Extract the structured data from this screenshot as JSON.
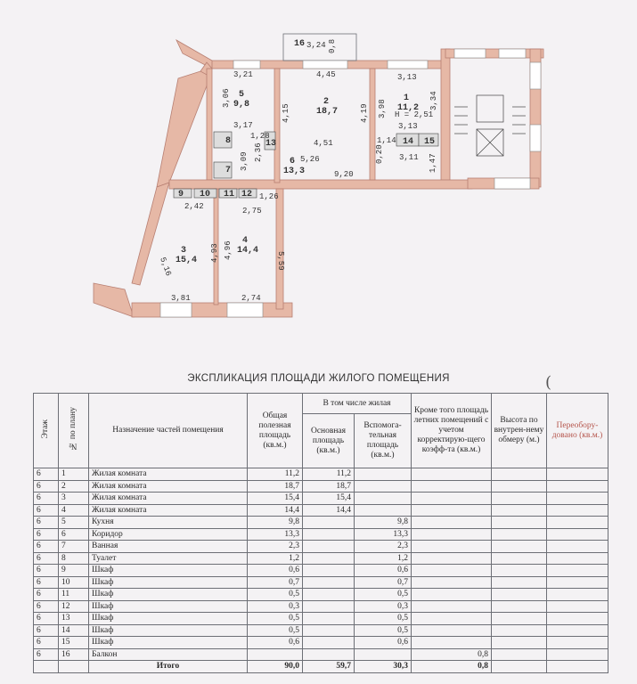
{
  "plan": {
    "rooms": [
      {
        "no": "1",
        "area": "11,2"
      },
      {
        "no": "2",
        "area": "18,7"
      },
      {
        "no": "3",
        "area": "15,4"
      },
      {
        "no": "4",
        "area": "14,4"
      },
      {
        "no": "5",
        "area": "9,8"
      },
      {
        "no": "6",
        "area": "13,3"
      },
      {
        "no": "7"
      },
      {
        "no": "8"
      },
      {
        "no": "9"
      },
      {
        "no": "10"
      },
      {
        "no": "11"
      },
      {
        "no": "12"
      },
      {
        "no": "13"
      },
      {
        "no": "14"
      },
      {
        "no": "15"
      },
      {
        "no": "16"
      }
    ],
    "dims": [
      "3,24",
      "0,8",
      "3,21",
      "4,45",
      "3,13",
      "3,06",
      "4,15",
      "4,19",
      "3,98",
      "Н = 2,51",
      "3,34",
      "3,17",
      "3,13",
      "1,28",
      "4,51",
      "5,26",
      "0,20",
      "1,14",
      "2,36",
      "3,11",
      "1,47",
      "9,20",
      "3,09",
      "2,42",
      "2,75",
      "1,26",
      "5,16",
      "4,93",
      "4,96",
      "5,59",
      "3,81",
      "2,74"
    ]
  },
  "title": "ЭКСПЛИКАЦИЯ ПЛОЩАДИ ЖИЛОГО ПОМЕЩЕНИЯ",
  "note_mark": "(",
  "table": {
    "headers": {
      "floor": "Этаж",
      "plan_no": "№ по плану",
      "purpose": "Назначение частей помещения",
      "total": "Общая полезная площадь (кв.м.)",
      "incl_living": "В том числе жилая",
      "main": "Основная площадь (кв.м.)",
      "aux": "Вспомога-тельная площадь (кв.м.)",
      "summer": "Кроме того площадь летних помещений с учетом корректирую-щего коэфф-та (кв.м.)",
      "height": "Высота по внутрен-нему обмеру (м.)",
      "reequip": "Переобору-довано (кв.м.)"
    },
    "rows": [
      {
        "floor": "6",
        "no": "1",
        "name": "Жилая комната",
        "total": "11,2",
        "main": "11,2",
        "aux": "",
        "summer": ""
      },
      {
        "floor": "6",
        "no": "2",
        "name": "Жилая комната",
        "total": "18,7",
        "main": "18,7",
        "aux": "",
        "summer": ""
      },
      {
        "floor": "6",
        "no": "3",
        "name": "Жилая комната",
        "total": "15,4",
        "main": "15,4",
        "aux": "",
        "summer": ""
      },
      {
        "floor": "6",
        "no": "4",
        "name": "Жилая комната",
        "total": "14,4",
        "main": "14,4",
        "aux": "",
        "summer": ""
      },
      {
        "floor": "6",
        "no": "5",
        "name": "Кухня",
        "total": "9,8",
        "main": "",
        "aux": "9,8",
        "summer": ""
      },
      {
        "floor": "6",
        "no": "6",
        "name": "Коридор",
        "total": "13,3",
        "main": "",
        "aux": "13,3",
        "summer": ""
      },
      {
        "floor": "6",
        "no": "7",
        "name": "Ванная",
        "total": "2,3",
        "main": "",
        "aux": "2,3",
        "summer": ""
      },
      {
        "floor": "6",
        "no": "8",
        "name": "Туалет",
        "total": "1,2",
        "main": "",
        "aux": "1,2",
        "summer": ""
      },
      {
        "floor": "6",
        "no": "9",
        "name": "Шкаф",
        "total": "0,6",
        "main": "",
        "aux": "0,6",
        "summer": ""
      },
      {
        "floor": "6",
        "no": "10",
        "name": "Шкаф",
        "total": "0,7",
        "main": "",
        "aux": "0,7",
        "summer": ""
      },
      {
        "floor": "6",
        "no": "11",
        "name": "Шкаф",
        "total": "0,5",
        "main": "",
        "aux": "0,5",
        "summer": ""
      },
      {
        "floor": "6",
        "no": "12",
        "name": "Шкаф",
        "total": "0,3",
        "main": "",
        "aux": "0,3",
        "summer": ""
      },
      {
        "floor": "6",
        "no": "13",
        "name": "Шкаф",
        "total": "0,5",
        "main": "",
        "aux": "0,5",
        "summer": ""
      },
      {
        "floor": "6",
        "no": "14",
        "name": "Шкаф",
        "total": "0,5",
        "main": "",
        "aux": "0,5",
        "summer": ""
      },
      {
        "floor": "6",
        "no": "15",
        "name": "Шкаф",
        "total": "0,6",
        "main": "",
        "aux": "0,6",
        "summer": ""
      },
      {
        "floor": "6",
        "no": "16",
        "name": "Балкон",
        "total": "",
        "main": "",
        "aux": "",
        "summer": "0,8"
      }
    ],
    "total_row": {
      "label": "Итого",
      "total": "90,0",
      "main": "59,7",
      "aux": "30,3",
      "summer": "0,8"
    }
  },
  "colors": {
    "wall": "#e6b8a6",
    "wall_stroke": "#b77f72",
    "line": "#6d6f76",
    "reequip_header": "#b5554c"
  }
}
